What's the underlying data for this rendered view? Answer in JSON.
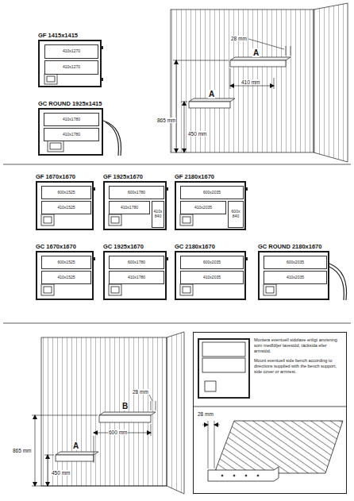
{
  "diagram": {
    "nodes": [
      {
        "text": [
          "GF 1415x1415"
        ]
      },
      {
        "text": [
          "410x1270"
        ],
        "in": 0
      },
      {
        "text": [
          "410x1270"
        ],
        "in": 0
      },
      {
        "text": [
          "GC ROUND 1925x1415"
        ]
      },
      {
        "text": [
          "410x1780"
        ],
        "in": 3
      },
      {
        "text": [
          "410x1780"
        ],
        "in": 3
      },
      {
        "text": [
          "GF 1670x1670"
        ]
      },
      {
        "text": [
          "600x1525"
        ],
        "in": 6
      },
      {
        "text": [
          "410x1525"
        ],
        "in": 6
      },
      {
        "text": [
          "GF 1925x1670"
        ]
      },
      {
        "text": [
          "600x1780"
        ],
        "in": 9
      },
      {
        "text": [
          "410x1780"
        ],
        "in": 9
      },
      {
        "text": [
          "410x 840"
        ],
        "in": 9
      },
      {
        "text": [
          "GF 2180x1670"
        ]
      },
      {
        "text": [
          "600x2035"
        ],
        "in": 13
      },
      {
        "text": [
          "410x2035"
        ],
        "in": 13
      },
      {
        "text": [
          "600x 840"
        ],
        "in": 13
      },
      {
        "text": [
          "GC 1670x1670"
        ]
      },
      {
        "text": [
          "600x1525"
        ],
        "in": 17
      },
      {
        "text": [
          "410x1525"
        ],
        "in": 17
      },
      {
        "text": [
          "GC 1925x1670"
        ]
      },
      {
        "text": [
          "600x1780"
        ],
        "in": 20
      },
      {
        "text": [
          "410x1780"
        ],
        "in": 20
      },
      {
        "text": [
          "GC 2180x1670"
        ]
      },
      {
        "text": [
          "600x2035"
        ],
        "in": 23
      },
      {
        "text": [
          "410x2035"
        ],
        "in": 23
      },
      {
        "text": [
          "GC ROUND 2180x1670"
        ]
      },
      {
        "text": [
          "600x2035"
        ],
        "in": 26
      },
      {
        "text": [
          "410x2035"
        ],
        "in": 26
      },
      {
        "text": [
          "Montera eventuell sidolave enligt anvisning som medföljer lavestöd, täcksida eller armstöd.",
          "Mount eventuell side bench according to directions supplied with the bench support, side cover or armrest."
        ]
      }
    ],
    "labels": [
      "28 mm",
      "A",
      "410 mm",
      "865 mm",
      "A",
      "450 mm",
      "28 mm",
      "B",
      "600 mm",
      "865 mm",
      "A",
      "450 mm",
      "28 mm"
    ]
  }
}
